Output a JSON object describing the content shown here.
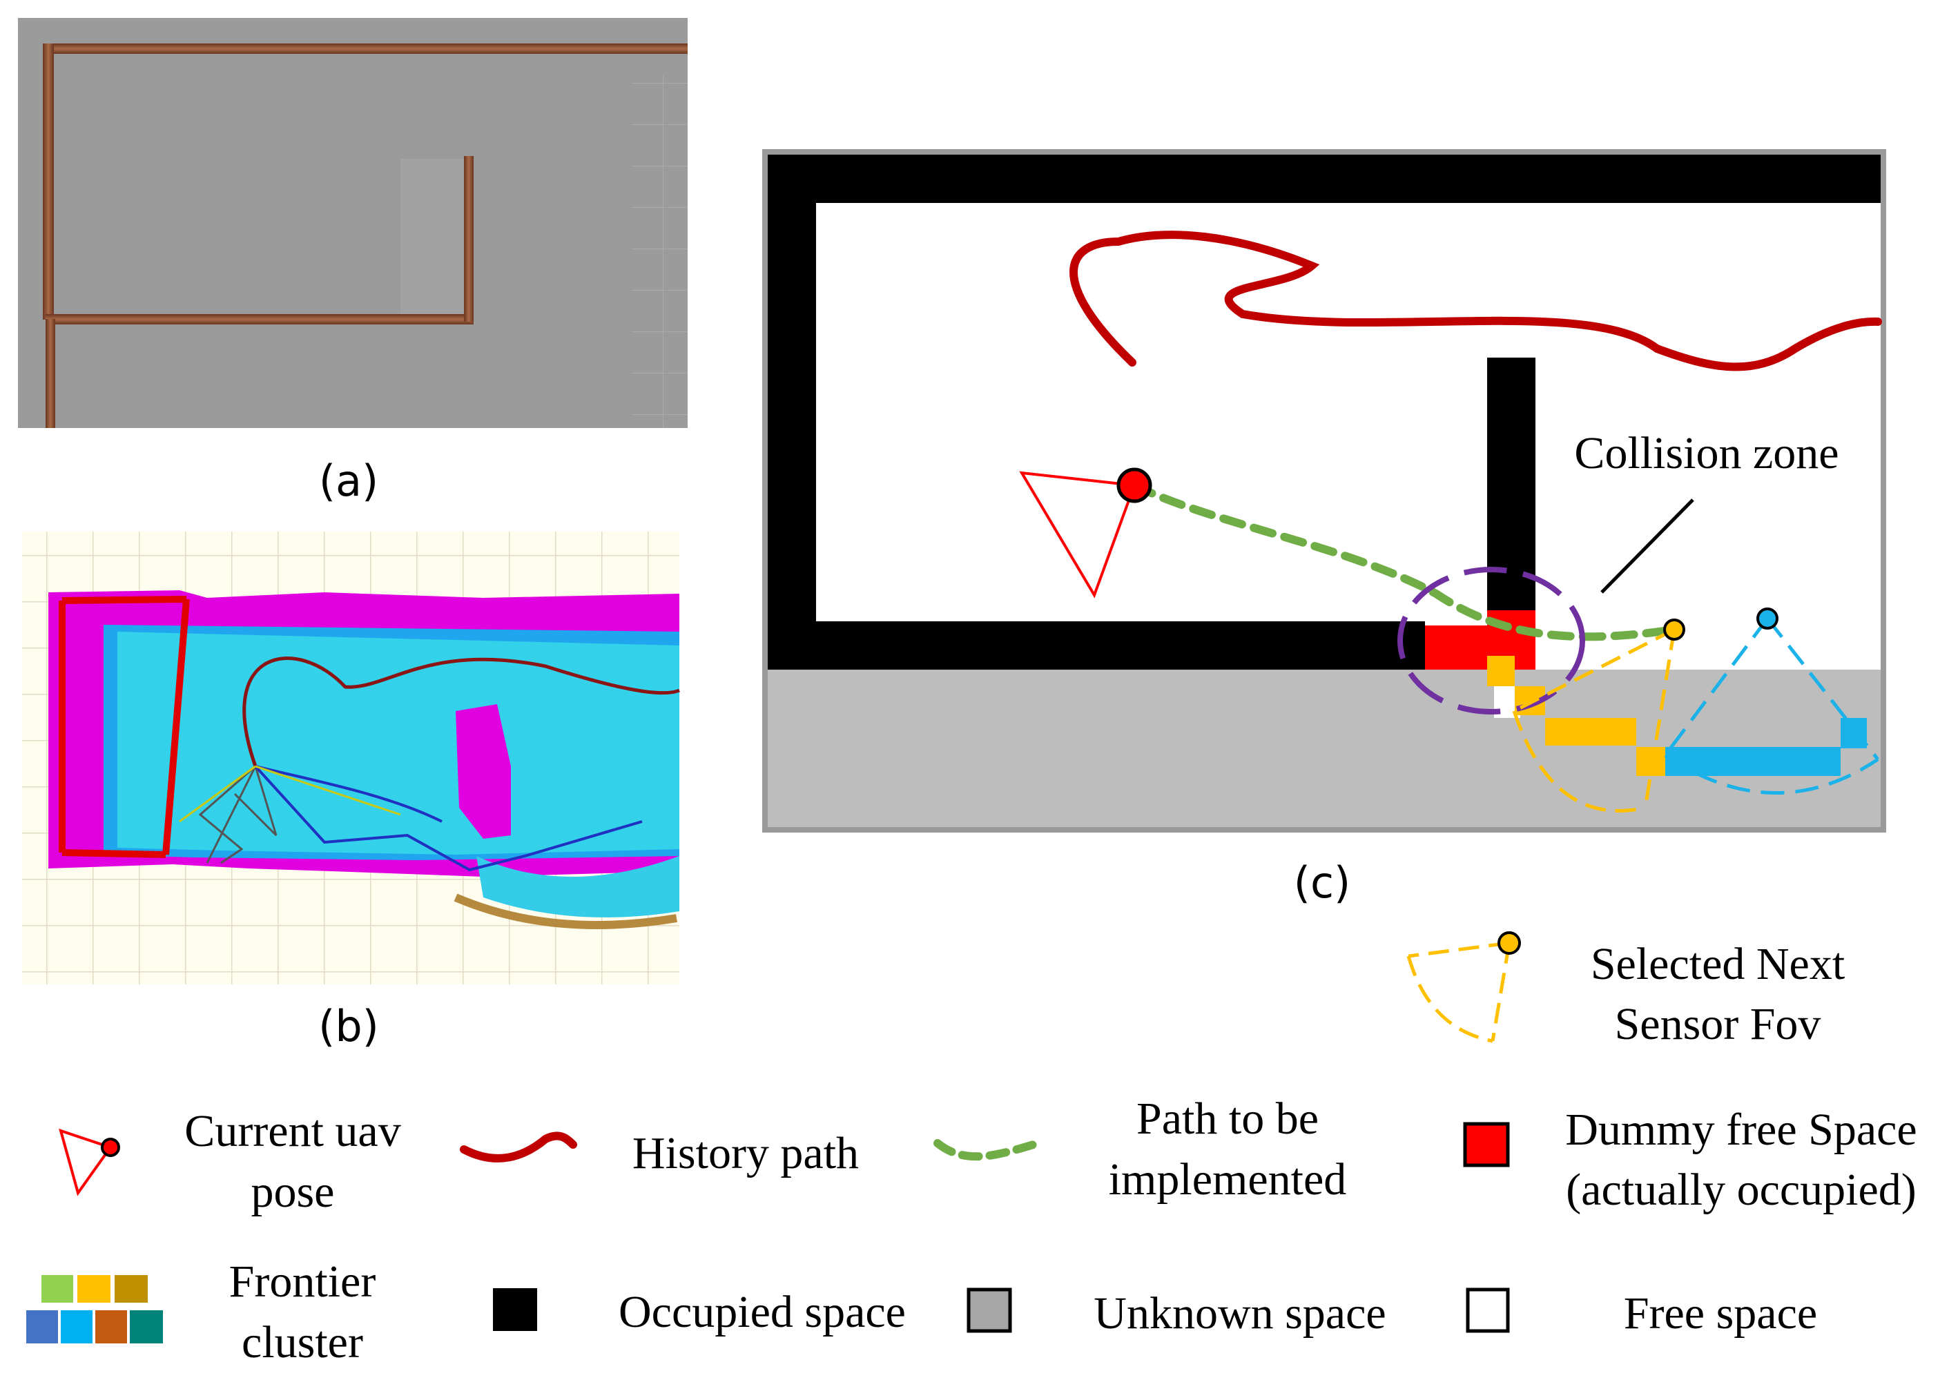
{
  "panels": {
    "a": {
      "caption": "(a)"
    },
    "b": {
      "caption": "(b)"
    },
    "c": {
      "caption": "(c)",
      "annotation": "Collision zone"
    }
  },
  "legend": {
    "selected_fov": [
      "Selected Next",
      "Sensor Fov"
    ],
    "current_uav": [
      "Current uav",
      "pose"
    ],
    "history_path": [
      "History path"
    ],
    "path_to_implement": [
      "Path to be",
      "implemented"
    ],
    "dummy_free": [
      "Dummy free Space",
      "(actually occupied)"
    ],
    "frontier": [
      "Frontier",
      "cluster"
    ],
    "occupied": [
      "Occupied space"
    ],
    "unknown": [
      "Unknown space"
    ],
    "free": [
      "Free space"
    ]
  },
  "colors": {
    "occupied": "#000000",
    "unknown": "#bdbdbd",
    "free": "#ffffff",
    "dummy_free": "#ff0000",
    "history_path": "#c00000",
    "planned_path": "#70ad47",
    "uav_pose": "#ff0000",
    "selected_fov": "#ffc000",
    "other_fov": "#1ab2e8",
    "collision_zone": "#7030a0",
    "frontier_palette": [
      "#92d050",
      "#ffc000",
      "#bf9000",
      "#4472c4",
      "#00b0f0",
      "#c55a11",
      "#00847a"
    ]
  }
}
